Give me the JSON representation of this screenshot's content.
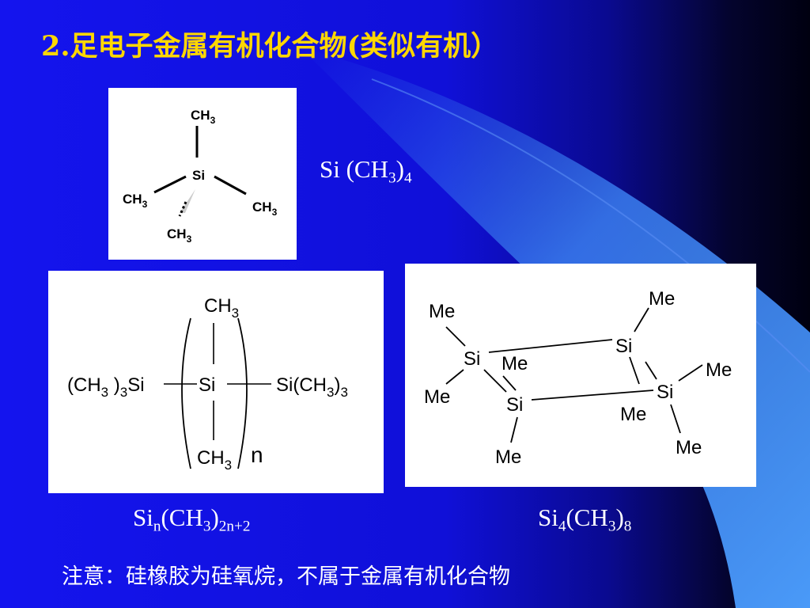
{
  "slide": {
    "title": "2.足电子金属有机化合物(类似有机）",
    "note": "注意：硅橡胶为硅氧烷，不属于金属有机化合物"
  },
  "tetramethylsilane": {
    "formula_prefix": "Si (CH",
    "formula_sub1": "3",
    "formula_close": ")",
    "formula_sub2": "4",
    "structure": {
      "center": "Si",
      "top": "CH3",
      "left": "CH3",
      "right": "CH3",
      "bottom": "CH3"
    }
  },
  "polysilane": {
    "formula_prefix": "Si",
    "formula_sub1": "n",
    "formula_mid": "(CH",
    "formula_sub2": "3",
    "formula_close": ")",
    "formula_sub3": "2n+2",
    "structure": {
      "center": "Si",
      "top": "CH3",
      "bottom": "CH3",
      "left_group": "(CH3 )3Si",
      "right_group": "Si(CH3)3",
      "repeat": "n"
    }
  },
  "cyclotetrasilane": {
    "formula_prefix": "Si",
    "formula_sub1": "4",
    "formula_mid": "(CH",
    "formula_sub2": "3",
    "formula_close": ")",
    "formula_sub3": "8",
    "structure": {
      "atoms": [
        "Si",
        "Si",
        "Si",
        "Si"
      ],
      "methyls": [
        "Me",
        "Me",
        "Me",
        "Me",
        "Me",
        "Me",
        "Me",
        "Me"
      ]
    }
  },
  "colors": {
    "background": "#1414ee",
    "title": "#ffd700",
    "text": "#ffffff",
    "accent": "#3a7ef0"
  }
}
